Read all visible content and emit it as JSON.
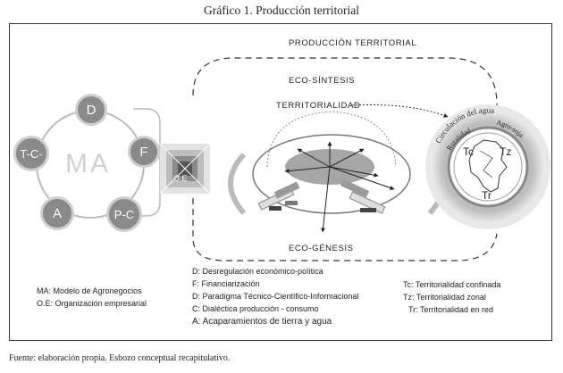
{
  "title": "Gráfico 1. Producción territorial",
  "diagram": {
    "produccion_territorial": "PRODUCCIÓN TERRITORIAL",
    "eco_sintesis": "ECO-SÍNTESIS",
    "territorialidad": "TERRITORIALIDAD",
    "eco_genesis": "ECO-GÉNESIS",
    "ma": "MA",
    "oe": "O.E",
    "nodes": {
      "d": "D",
      "f": "F",
      "pc": "P-C",
      "a": "A",
      "tc_node": "T-C-"
    },
    "circle_right": {
      "arc_text": "Circulación del agua",
      "arc_text_inner": "Ruralidad",
      "arc_text_inner_right": "Agro-soja",
      "tc": "Tc",
      "tz": "Tz",
      "tr": "Tr"
    }
  },
  "legend_left": [
    "MA: Modelo de Agronegocios",
    "O.E: Organización empresarial"
  ],
  "legend_middle": [
    "D: Desregulación  económico-política",
    "F: Financiarización",
    "D: Paradigma Técnico-Científico-Informacional",
    "C: Dialéctica producción - consumo",
    "A: Acaparamientos de tierra y agua"
  ],
  "legend_right": [
    "Tc: Territorialidad confinada",
    "Tz: Territorialidad zonal",
    "Tr: Territorialidad  en red"
  ],
  "source": "Fuente: elaboración propia. Esbozo conceptual recapitulativo.",
  "colors": {
    "node_fill": "#8a8a8a",
    "ring_fill": "#c9c9c9",
    "ellipse_fill": "#9a9a9a"
  }
}
